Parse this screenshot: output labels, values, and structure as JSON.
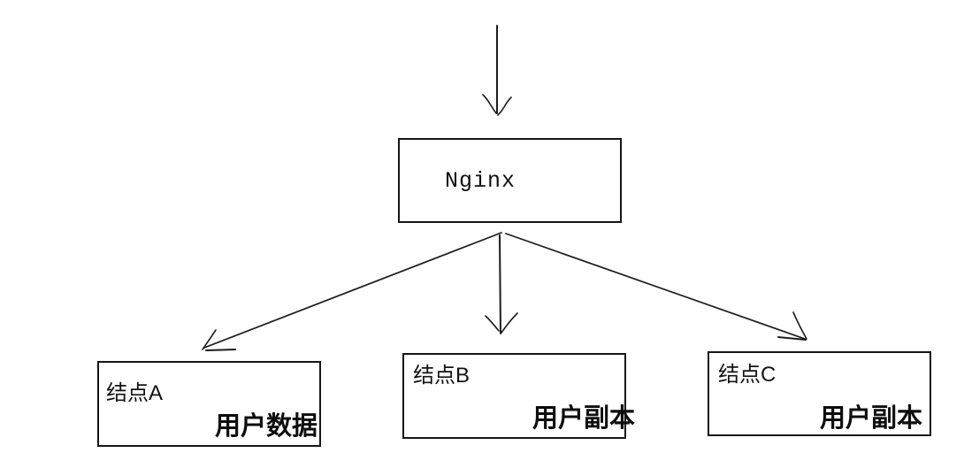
{
  "diagram": {
    "title": "Nginx load balancing to data nodes",
    "background_color": "#ffffff",
    "line_color": "#1c1c1c",
    "nodes": [
      {
        "id": "nginx",
        "label": "Nginx",
        "sublabel": ""
      },
      {
        "id": "node-a",
        "label": "结点A",
        "sublabel": "用户数据"
      },
      {
        "id": "node-b",
        "label": "结点B",
        "sublabel": "用户副本"
      },
      {
        "id": "node-c",
        "label": "结点C",
        "sublabel": "用户副本"
      }
    ],
    "edges": [
      {
        "from": "external-traffic",
        "to": "nginx",
        "style": "arrow-down"
      },
      {
        "from": "nginx",
        "to": "node-a",
        "style": "arrow-diagonal-left"
      },
      {
        "from": "nginx",
        "to": "node-b",
        "style": "arrow-down"
      },
      {
        "from": "nginx",
        "to": "node-c",
        "style": "arrow-diagonal-right"
      }
    ]
  }
}
